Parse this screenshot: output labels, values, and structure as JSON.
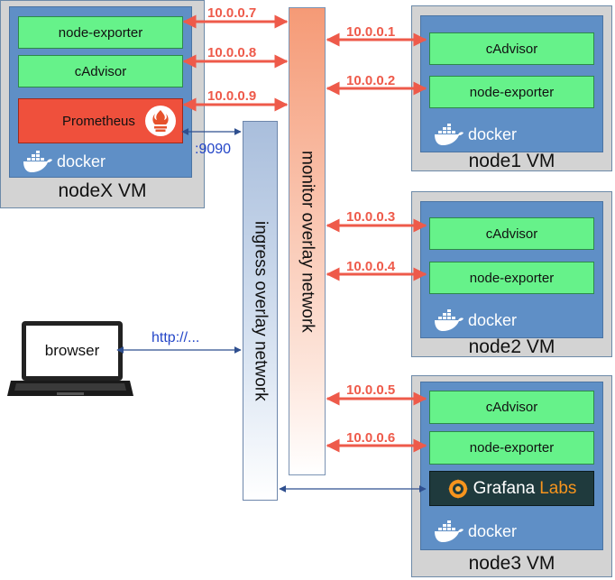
{
  "vms": {
    "nodex": {
      "label": "nodeX VM",
      "services": [
        "node-exporter",
        "cAdvisor"
      ],
      "prometheus": "Prometheus",
      "docker": "docker",
      "port": ":9090"
    },
    "node1": {
      "label": "node1 VM",
      "services": [
        "cAdvisor",
        "node-exporter"
      ],
      "docker": "docker"
    },
    "node2": {
      "label": "node2 VM",
      "services": [
        "cAdvisor",
        "node-exporter"
      ],
      "docker": "docker"
    },
    "node3": {
      "label": "node3 VM",
      "services": [
        "cAdvisor",
        "node-exporter"
      ],
      "grafana": [
        "Grafana",
        "Labs"
      ],
      "docker": "docker"
    }
  },
  "networks": {
    "monitor": "monitor overlay network",
    "ingress": "ingress overlay network"
  },
  "ips": [
    "10.0.0.7",
    "10.0.0.8",
    "10.0.0.9",
    "10.0.0.1",
    "10.0.0.2",
    "10.0.0.3",
    "10.0.0.4",
    "10.0.0.5",
    "10.0.0.6"
  ],
  "browser": {
    "label": "browser",
    "link": "http://..."
  },
  "colors": {
    "vm_bg": "#d3d3d3",
    "docker_bg": "#5f8fc6",
    "service_green": "#66f28a",
    "prometheus_red": "#ef503c",
    "ip_red": "#ee5a4a",
    "link_blue": "#2446c8",
    "grafana_dark": "#1f3a3d",
    "grafana_orange": "#f7941d"
  }
}
